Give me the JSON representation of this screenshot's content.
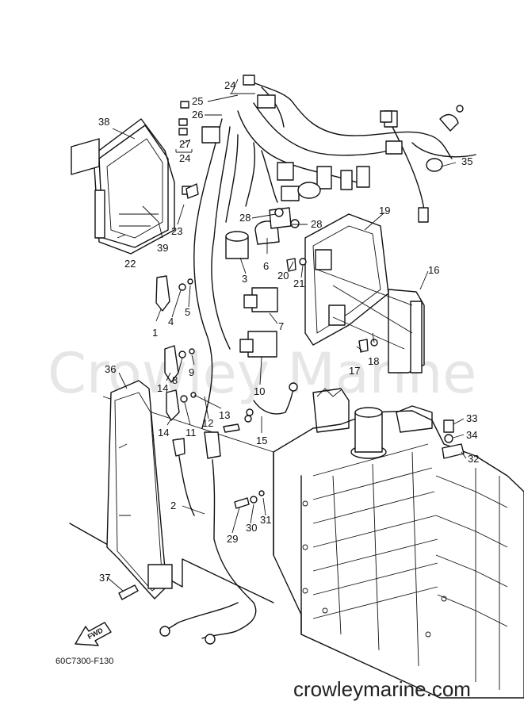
{
  "watermark": "Crowley Marine",
  "diagram_code": "60C7300-F130",
  "site_url": "crowleymarine.com",
  "fwd_label": "FWD",
  "callouts": [
    "24",
    "25",
    "26",
    "27",
    "24",
    "38",
    "35",
    "19",
    "22",
    "39",
    "23",
    "28",
    "28",
    "6",
    "20",
    "21",
    "3",
    "16",
    "1",
    "4",
    "5",
    "7",
    "9",
    "8",
    "17",
    "18",
    "36",
    "14",
    "10",
    "12",
    "13",
    "11",
    "14",
    "15",
    "33",
    "34",
    "32",
    "2",
    "29",
    "30",
    "31",
    "37"
  ]
}
